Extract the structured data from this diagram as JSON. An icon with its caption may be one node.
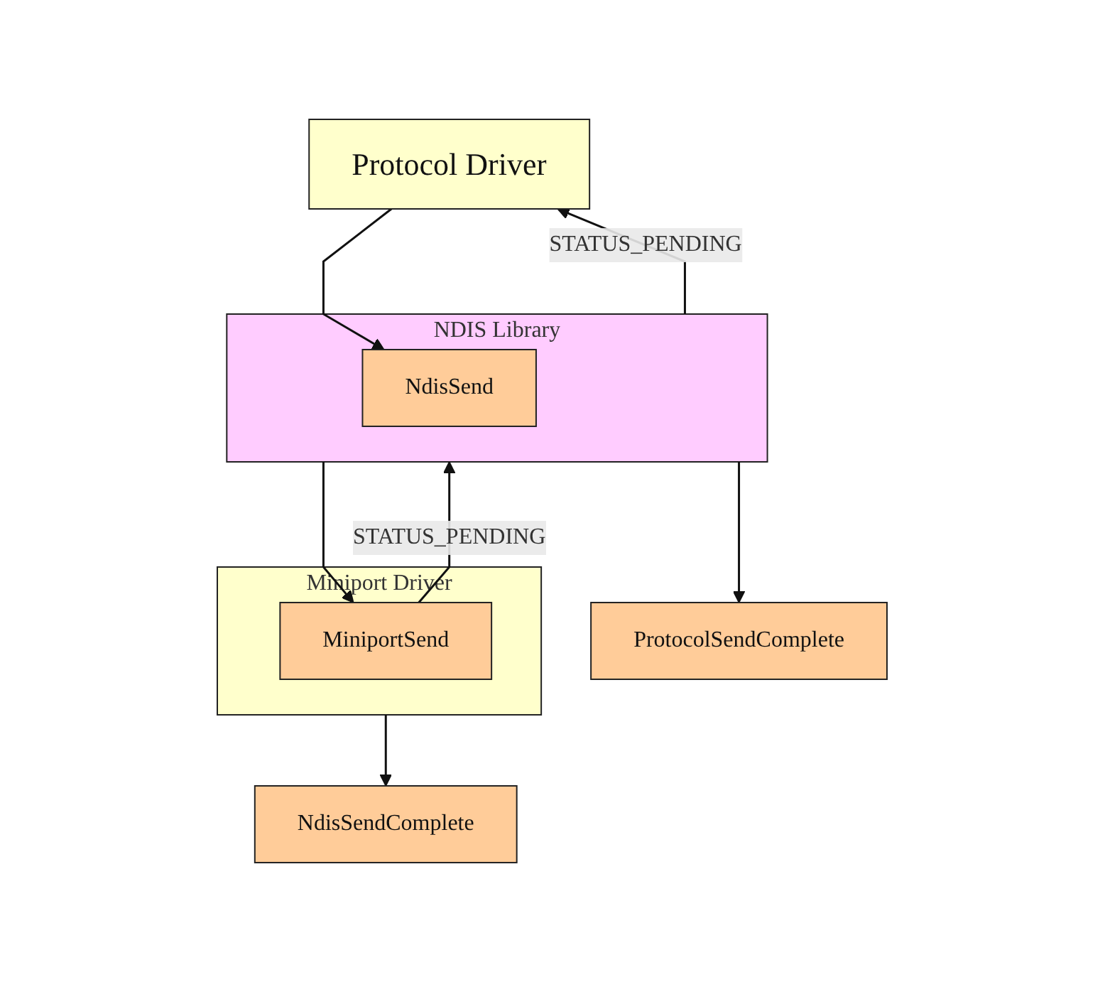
{
  "diagram": {
    "nodes": [
      {
        "text": [
          "Protocol Driver"
        ]
      },
      {
        "text": [
          "ProtocolSendComplete"
        ]
      },
      {
        "text": [
          "NDIS Library"
        ]
      },
      {
        "text": [
          "NdisSend"
        ],
        "in": 2
      },
      {
        "text": [
          "NdisSendComplete"
        ]
      },
      {
        "text": [
          "Miniport Driver"
        ]
      },
      {
        "text": [
          "MiniportSend"
        ],
        "in": 5
      }
    ],
    "edges": [
      {
        "from": 0,
        "to": 3,
        "arrow": "to"
      },
      {
        "from": 2,
        "to": 0,
        "arrow": "to",
        "label": "STATUS_PENDING"
      },
      {
        "from": 2,
        "to": 1,
        "arrow": "to"
      },
      {
        "from": 2,
        "to": 6,
        "arrow": "to"
      },
      {
        "from": 6,
        "to": 2,
        "arrow": "to",
        "label": "STATUS_PENDING"
      },
      {
        "from": 5,
        "to": 4,
        "arrow": "to"
      }
    ]
  }
}
